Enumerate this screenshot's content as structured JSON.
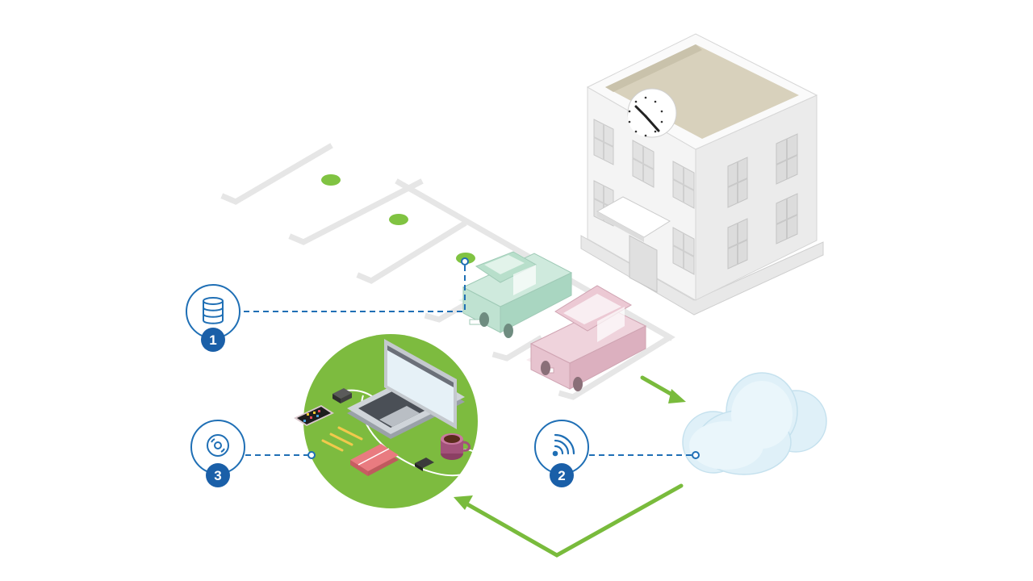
{
  "diagram": {
    "steps": [
      {
        "number": "1",
        "icon": "database-icon"
      },
      {
        "number": "2",
        "icon": "wifi-signal-icon"
      },
      {
        "number": "3",
        "icon": "disc-icon"
      }
    ],
    "colors": {
      "accent_blue": "#1f6fb5",
      "badge_blue": "#1a5fa8",
      "arrow_green": "#79bb3c",
      "circle_green": "#7dbb3f",
      "sensor_green": "#80c342",
      "parking_lines": "#e6e6e6",
      "car_green": "#cfeadd",
      "car_pink": "#efd3dc",
      "cloud": "#dff0f8",
      "building": "#f2f2f2"
    },
    "elements": {
      "building": "office-building",
      "cloud": "cloud",
      "cars": [
        "green-car",
        "pink-car"
      ],
      "workspace": [
        "laptop",
        "smartphone",
        "notebook",
        "mug",
        "pencils",
        "usb-stick",
        "hard-drive"
      ]
    }
  }
}
